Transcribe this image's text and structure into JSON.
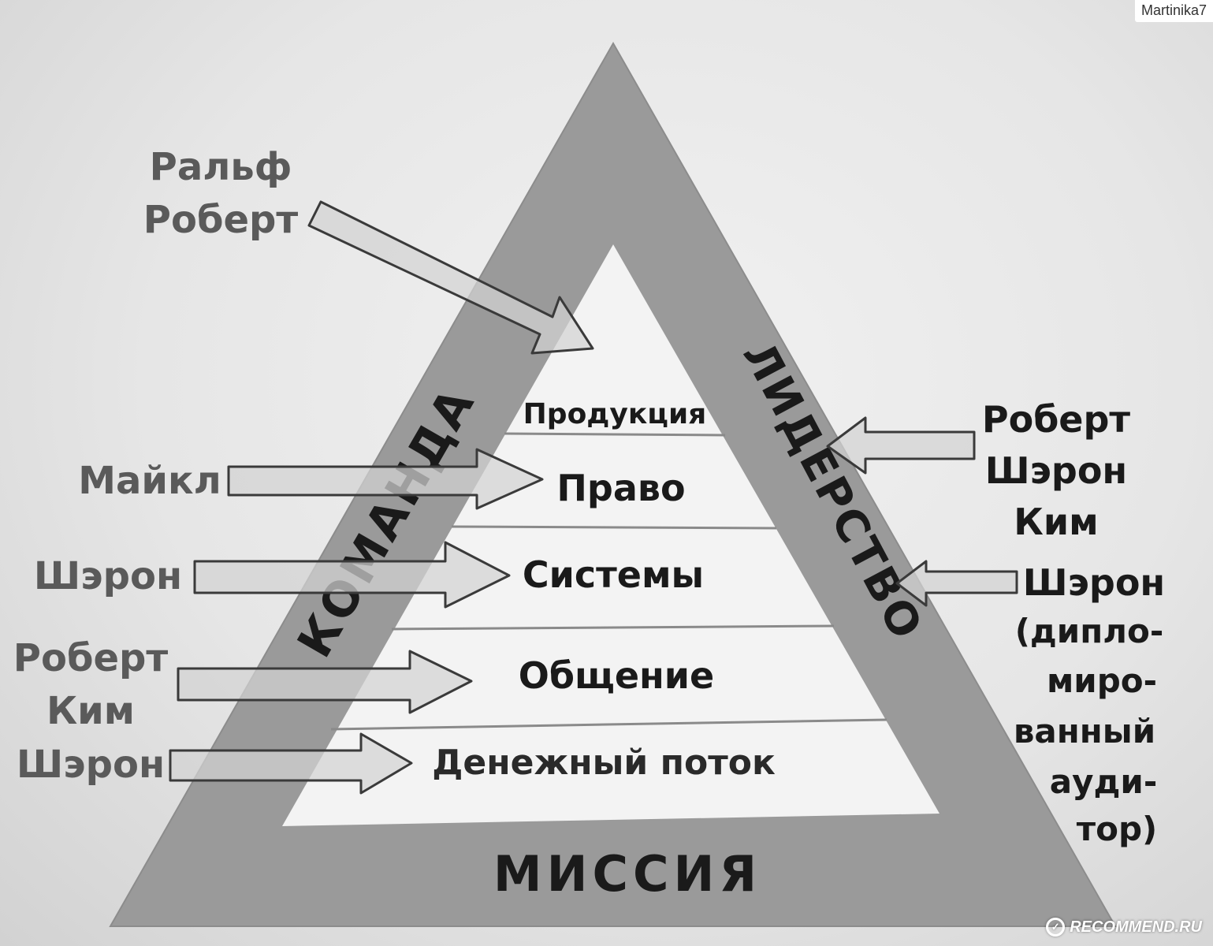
{
  "watermark": {
    "user": "Martinika7",
    "site": "RECOMMEND.RU",
    "logo_icon": "recommend-logo-icon"
  },
  "pyramid": {
    "left_side": "КОМАНДА",
    "right_side": "ЛИДЕРСТВО",
    "base": "МИССИЯ",
    "levels": [
      "Продукция",
      "Право",
      "Системы",
      "Общение",
      "Денежный поток"
    ]
  },
  "left_annotations": [
    {
      "lines": [
        "Ральф",
        "Роберт"
      ]
    },
    {
      "lines": [
        "Майкл"
      ]
    },
    {
      "lines": [
        "Шэрон"
      ]
    },
    {
      "lines": [
        "Роберт",
        "Ким",
        "Шэрон"
      ]
    }
  ],
  "right_annotations": [
    {
      "lines": [
        "Роберт",
        "Шэрон",
        "Ким"
      ]
    },
    {
      "lines": [
        "Шэрон",
        "(дипло-",
        "миро-",
        "ванный",
        "ауди-",
        "тор)"
      ]
    }
  ],
  "colors": {
    "frame": "#9a9a9a",
    "inner": "#f3f3f3",
    "arrow_fill": "#d2d2d2",
    "arrow_stroke": "#3a3a3a",
    "text_dark": "#1a1a1a",
    "text_grey": "#5a5a5a"
  }
}
